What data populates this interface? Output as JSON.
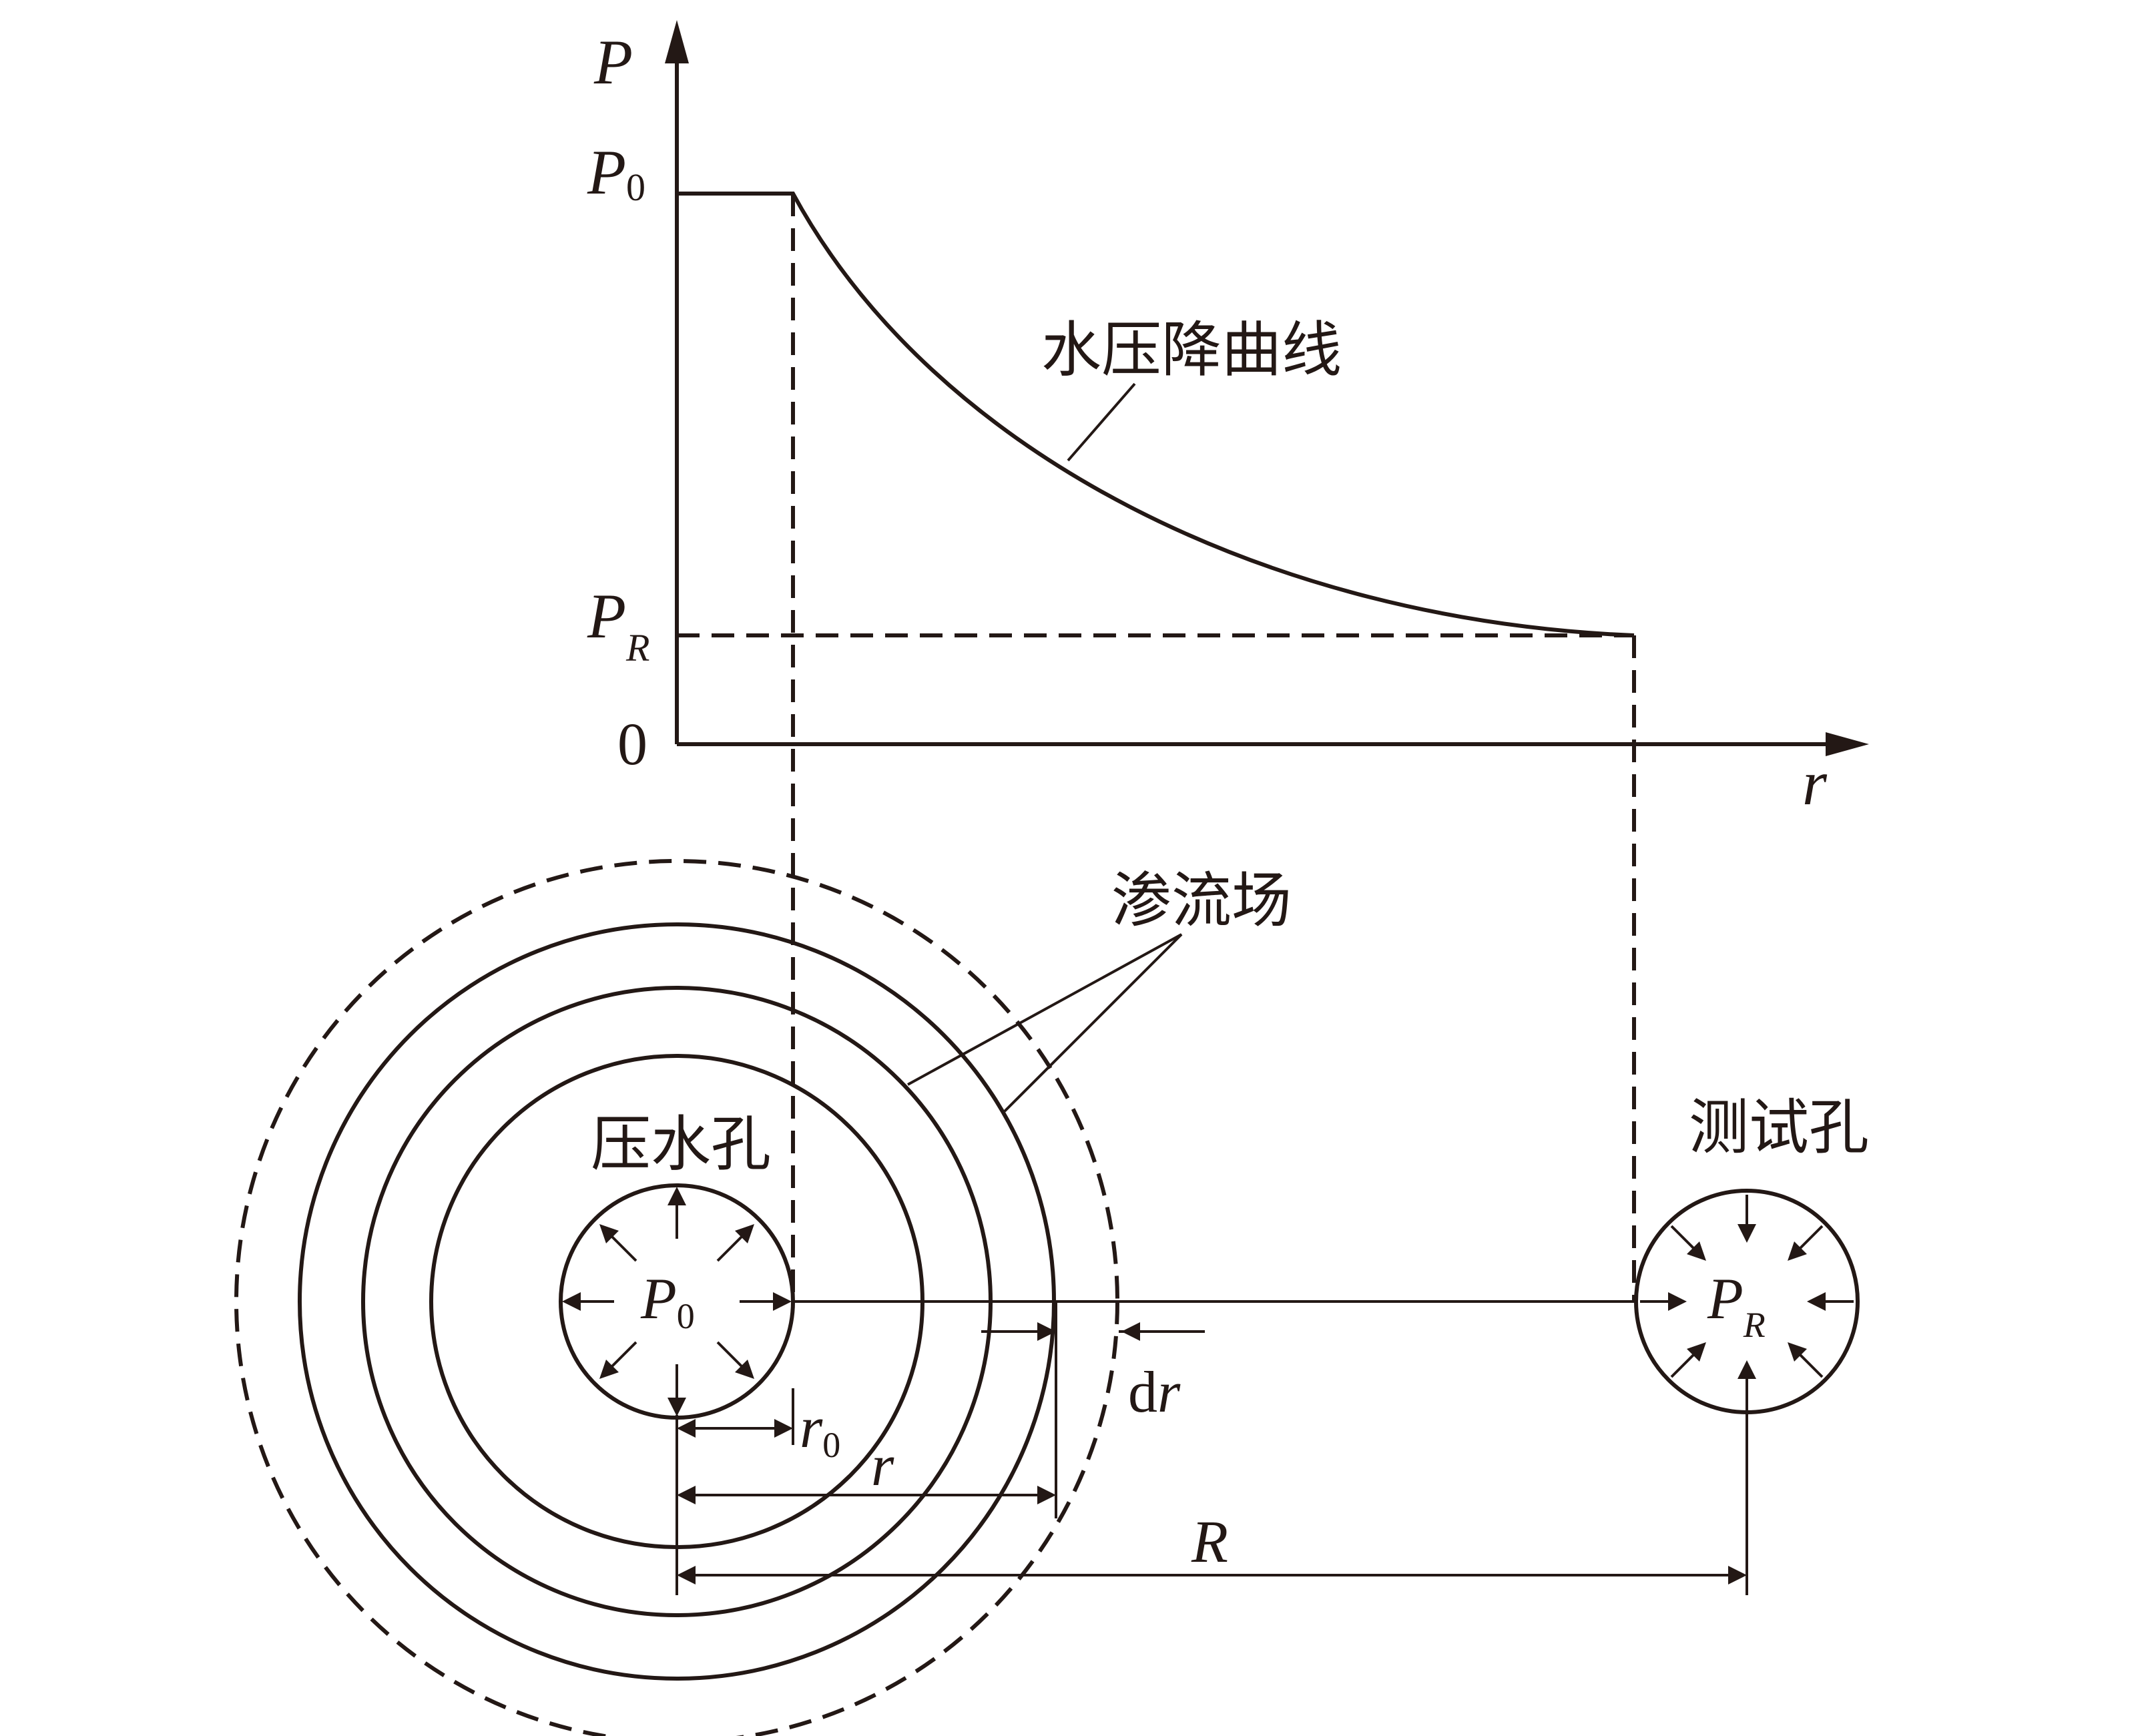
{
  "graph": {
    "y_axis_label": "P",
    "x_axis_label": "r",
    "origin_label": "0",
    "p0_label": {
      "main": "P",
      "sub": "0"
    },
    "pr_label": {
      "main": "P",
      "sub": "R"
    },
    "curve_label": "水压降曲线"
  },
  "plan": {
    "seepage_label": "渗流场",
    "injection_hole_label": "压水孔",
    "test_hole_label": "测试孔",
    "injection_pressure": {
      "main": "P",
      "sub": "0"
    },
    "test_pressure": {
      "main": "P",
      "sub": "R"
    },
    "dim_r0": {
      "main": "r",
      "sub": "0"
    },
    "dim_r": "r",
    "dim_R": "R",
    "dim_dr": {
      "prefix": "d",
      "var": "r"
    }
  },
  "colors": {
    "line": "#231815",
    "background": "#ffffff"
  }
}
